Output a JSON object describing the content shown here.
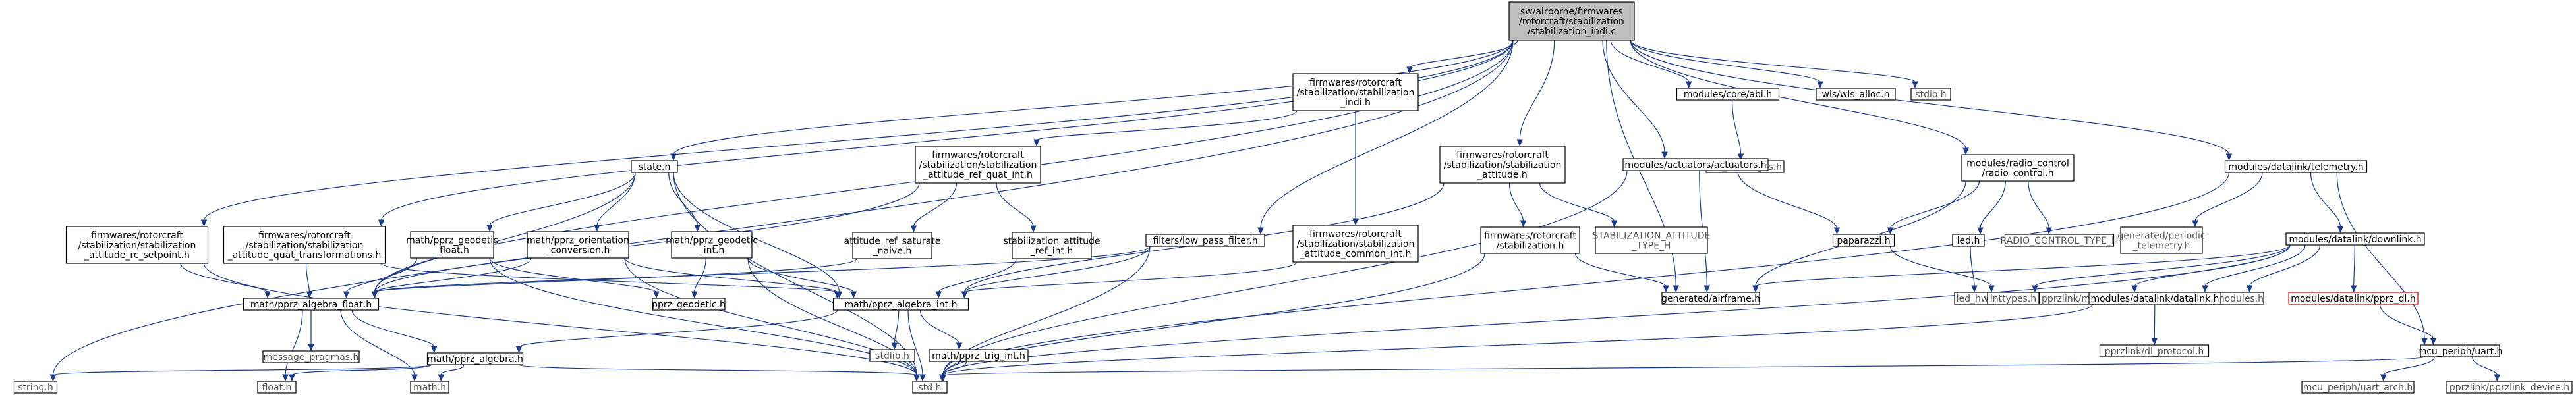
{
  "diagram": {
    "colors": {
      "edge": "#1a3a87",
      "root_fill": "#bfbfbf",
      "missing_border": "#bfbfbf",
      "highlight_border": "#d40000"
    },
    "nodes": {
      "root": "sw/airborne/firmwares\n/rotorcraft/stabilization\n/stabilization_indi.c",
      "state": "state.h",
      "rc_setpoint": "firmwares/rotorcraft\n/stabilization/stabilization\n_attitude_rc_setpoint.h",
      "quat_transformations": "firmwares/rotorcraft\n/stabilization/stabilization\n_attitude_quat_transformations.h",
      "ref_quat_int": "firmwares/rotorcraft\n/stabilization/stabilization\n_attitude_ref_quat_int.h",
      "stabilization_indi_h": "firmwares/rotorcraft\n/stabilization/stabilization\n_indi.h",
      "stabilization_attitude_h": "firmwares/rotorcraft\n/stabilization/stabilization\n_attitude.h",
      "attitude_common_int": "firmwares/rotorcraft\n/stabilization/stabilization\n_attitude_common_int.h",
      "stabilization_h": "firmwares/rotorcraft\n/stabilization.h",
      "stab_attitude_type": "STABILIZATION_ATTITUDE\n_TYPE_H",
      "ref_saturate_naive": "attitude_ref_saturate\n_naive.h",
      "stabilization_attitude_ref_int": "stabilization_attitude\n_ref_int.h",
      "geodetic_float": "math/pprz_geodetic\n_float.h",
      "orientation_conversion": "math/pprz_orientation\n_conversion.h",
      "geodetic_int": "math/pprz_geodetic\n_int.h",
      "low_pass_filter": "filters/low_pass_filter.h",
      "algebra_float": "math/pprz_algebra_float.h",
      "algebra_int": "math/pprz_algebra_int.h",
      "pprz_geodetic": "pprz_geodetic.h",
      "message_pragmas": "message_pragmas.h",
      "algebra": "math/pprz_algebra.h",
      "stdlib": "stdlib.h",
      "trig_int": "math/pprz_trig_int.h",
      "string_h": "string.h",
      "float_h": "float.h",
      "math_h": "math.h",
      "std_h": "std.h",
      "abi": "modules/core/abi.h",
      "abi_messages": "abi_messages.h",
      "actuators": "modules/actuators/actuators.h",
      "wls_alloc": "wls/wls_alloc.h",
      "stdio": "stdio.h",
      "radio_control": "modules/radio_control\n/radio_control.h",
      "paparazzi": "paparazzi.h",
      "led": "led.h",
      "led_hw": "led_hw.h",
      "radio_control_type": "RADIO_CONTROL_TYPE_H",
      "generated_airframe": "generated/airframe.h",
      "telemetry": "modules/datalink/telemetry.h",
      "periodic_telemetry": "generated/periodic\n_telemetry.h",
      "downlink": "modules/datalink/downlink.h",
      "inttypes": "inttypes.h",
      "pprzlink_messages": "pprzlink/messages.h",
      "generated_modules": "generated/modules.h",
      "pprz_dl": "modules/datalink/pprz_dl.h",
      "datalink": "modules/datalink/datalink.h",
      "dl_protocol": "pprzlink/dl_protocol.h",
      "uart": "mcu_periph/uart.h",
      "uart_arch": "mcu_periph/uart_arch.h",
      "pprzlink_device": "pprzlink/pprzlink_device.h"
    }
  }
}
